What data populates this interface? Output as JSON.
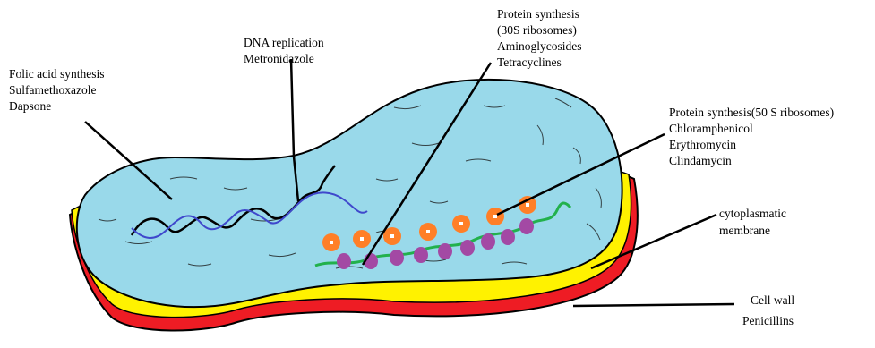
{
  "labels": {
    "folic": {
      "lines": [
        "Folic acid synthesis",
        "Sulfamethoxazole",
        "Dapsone"
      ]
    },
    "dna": {
      "lines": [
        "DNA replication",
        "Metronidazole"
      ]
    },
    "protein30s": {
      "lines": [
        "Protein synthesis",
        "(30S ribosomes)",
        "Aminoglycosides",
        "Tetracyclines"
      ]
    },
    "protein50s": {
      "lines": [
        "Protein synthesis(50 S ribosomes)",
        "Chloramphenicol",
        "Erythromycin",
        "Clindamycin"
      ]
    },
    "membrane": {
      "lines": [
        "cytoplasmatic",
        "membrane"
      ]
    },
    "cellwall": {
      "lines": [
        "Cell wall",
        "Penicillins"
      ]
    }
  },
  "colors": {
    "cell_wall": "#ee1c24",
    "membrane": "#fff200",
    "cytoplasm": "#99d9ea",
    "dna_strand_1": "#000000",
    "dna_strand_2": "#3f48cc",
    "mrna": "#22b14c",
    "ribosome_50s": "#ff7f27",
    "ribosome_30s": "#a349a4",
    "outline": "#000000"
  }
}
